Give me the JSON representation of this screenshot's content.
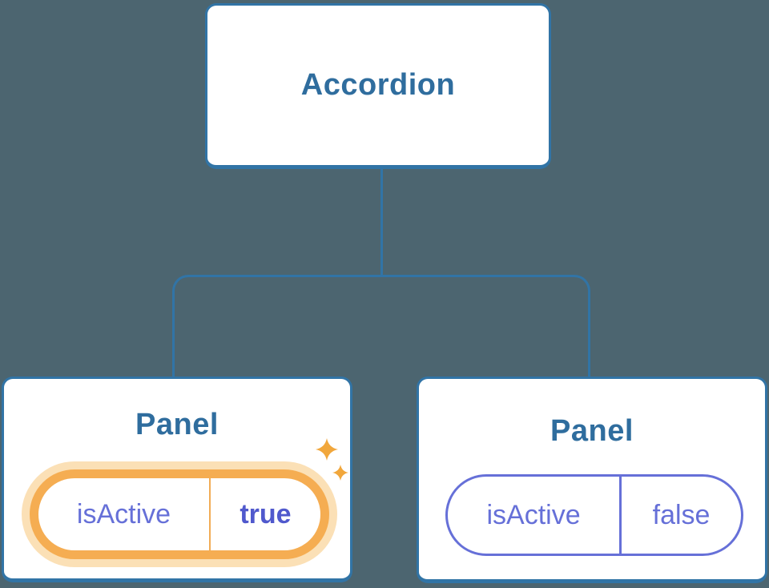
{
  "diagram": {
    "description": "Component tree diagram: an Accordion parent passing isActive state to two Panel children; the first Panel is active and highlighted",
    "root": {
      "label": "Accordion"
    },
    "panels": [
      {
        "label": "Panel",
        "state_name": "isActive",
        "state_value": "true",
        "highlighted": true,
        "icons": [
          "sparkle-icon",
          "sparkle-icon"
        ]
      },
      {
        "label": "Panel",
        "state_name": "isActive",
        "state_value": "false",
        "highlighted": false,
        "icons": []
      }
    ],
    "colors": {
      "background": "#4C6570",
      "node_border": "#3174A6",
      "node_text": "#2F6D9E",
      "state_text": "#6670D8",
      "state_value_active_text": "#5059CD",
      "highlight_ring": "#F5AD52",
      "highlight_glow": "#FBE0B6",
      "sparkle": "#F1A73C"
    }
  }
}
